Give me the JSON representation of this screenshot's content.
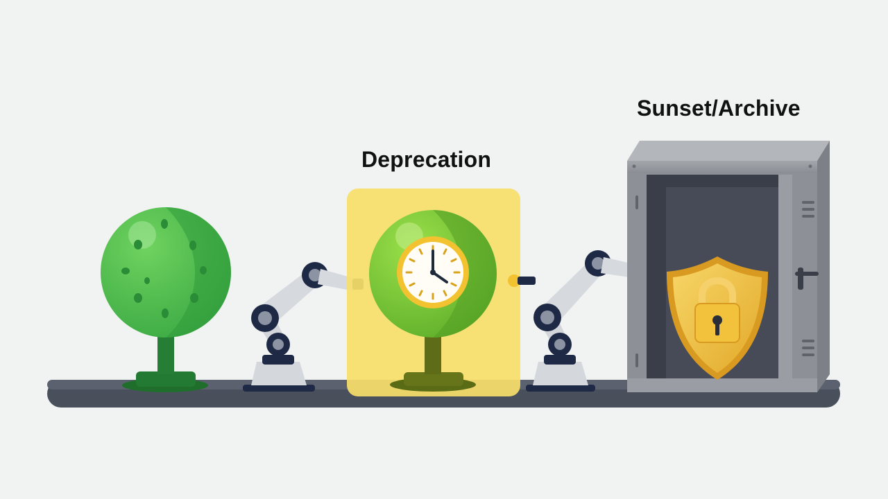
{
  "stages": [
    {
      "id": "active",
      "icon": "green-tree-icon",
      "label": ""
    },
    {
      "id": "deprecation",
      "icon": "tree-with-clock-icon",
      "label": "Deprecation"
    },
    {
      "id": "sunset",
      "icon": "vault-with-shield-lock-icon",
      "label": "Sunset/Archive"
    }
  ],
  "robots": [
    "robot-arm-icon",
    "robot-arm-icon"
  ],
  "colors": {
    "background": "#f1f2f2",
    "conveyor": "#4a4f5c",
    "tree_green": "#4cb848",
    "tree_dark": "#2f8f3a",
    "highlight_yellow": "#f7e06a",
    "clock_gold": "#f2c230",
    "vault_gray": "#8d9096",
    "vault_inner": "#474b57",
    "shield_gold": "#f0c23c"
  }
}
